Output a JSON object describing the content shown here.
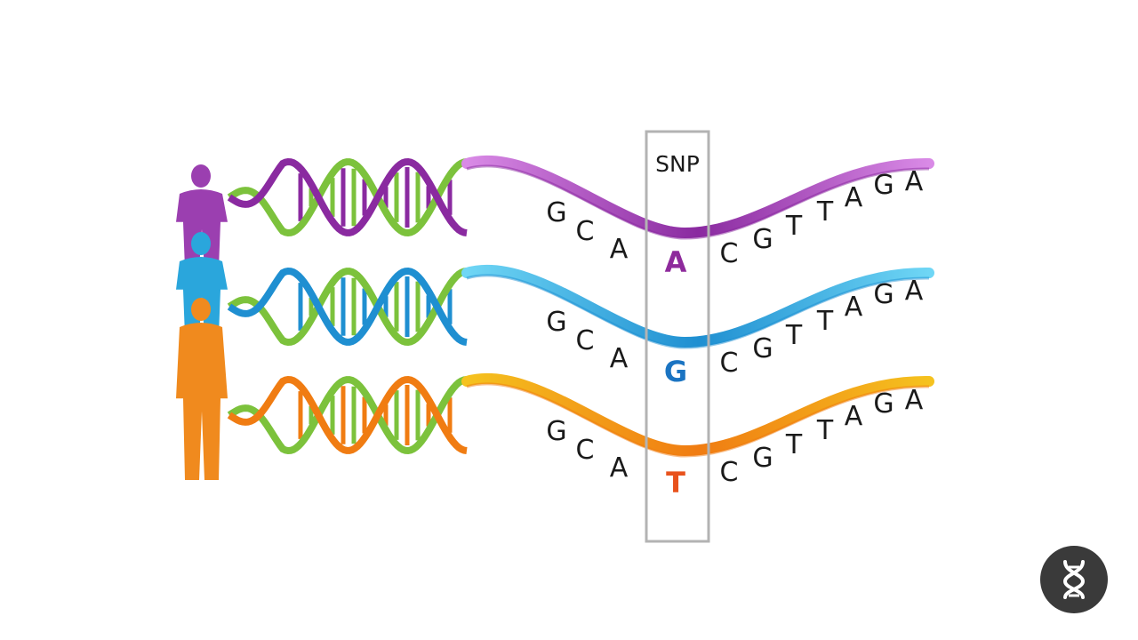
{
  "snp_box": {
    "label": "SNP"
  },
  "individuals": [
    {
      "name": "purple",
      "color": "#9b3fb0",
      "strand_colors": [
        "#8a2aa0",
        "#d98ae6"
      ],
      "sequence_left": [
        "G",
        "C",
        "A"
      ],
      "snp_base": "A",
      "snp_color": "#8e2a9c",
      "sequence_right": [
        "C",
        "G",
        "T",
        "T",
        "A",
        "G",
        "A"
      ]
    },
    {
      "name": "blue",
      "color": "#2aa6dc",
      "strand_colors": [
        "#1f8fd1",
        "#6fd6f5"
      ],
      "sequence_left": [
        "G",
        "C",
        "A"
      ],
      "snp_base": "G",
      "snp_color": "#1b74c2",
      "sequence_right": [
        "C",
        "G",
        "T",
        "T",
        "A",
        "G",
        "A"
      ]
    },
    {
      "name": "orange",
      "color": "#f08a1e",
      "strand_colors": [
        "#f07c12",
        "#f5c21f"
      ],
      "sequence_left": [
        "G",
        "C",
        "A"
      ],
      "snp_base": "T",
      "snp_color": "#e8521c",
      "sequence_right": [
        "C",
        "G",
        "T",
        "T",
        "A",
        "G",
        "A"
      ]
    }
  ],
  "helix_rung_color": "#7cc23c",
  "badge": {
    "icon": "dna-icon",
    "background": "#3a3a3a"
  }
}
